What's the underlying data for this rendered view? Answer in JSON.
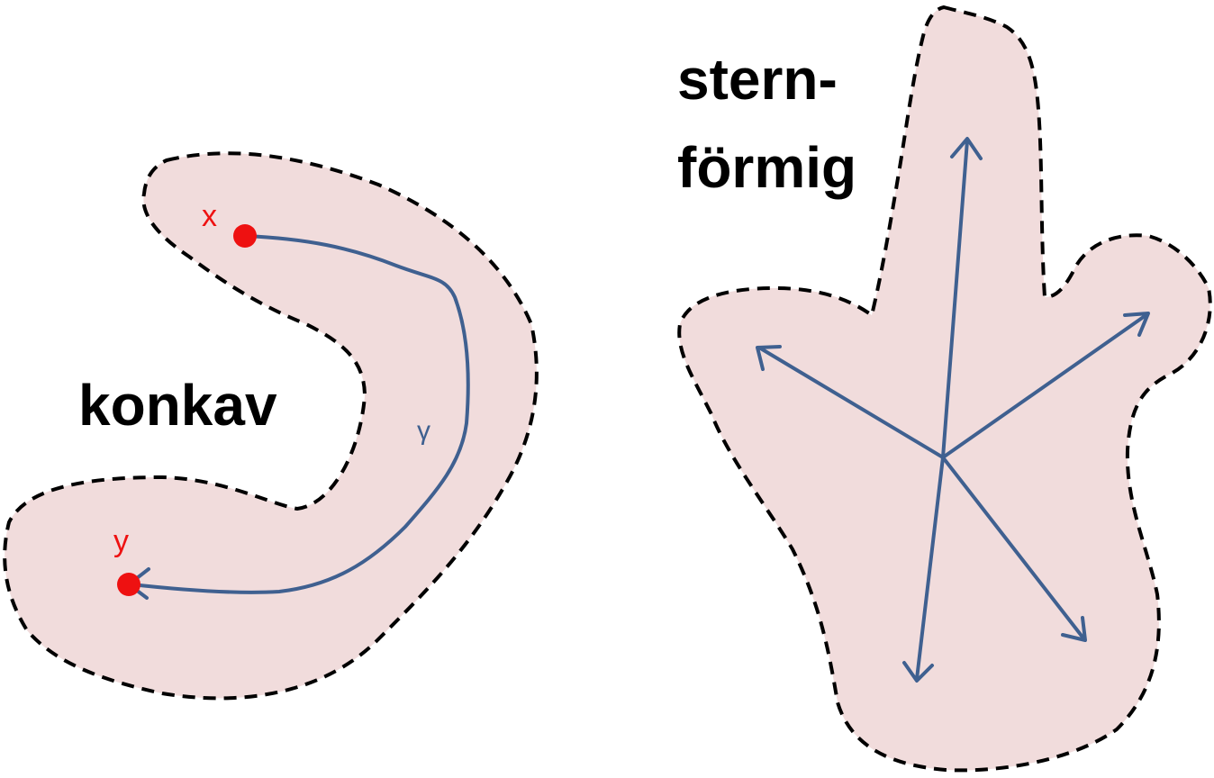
{
  "left_shape": {
    "label": "konkav",
    "point_x_label": "x",
    "point_y_label": "y",
    "curve_label": "γ"
  },
  "right_shape": {
    "label_line1": "stern-",
    "label_line2": "förmig"
  },
  "colors": {
    "region_fill": "#f1dcdc",
    "outline": "#000000",
    "arrow": "#3f6090",
    "point": "#ee1111"
  }
}
